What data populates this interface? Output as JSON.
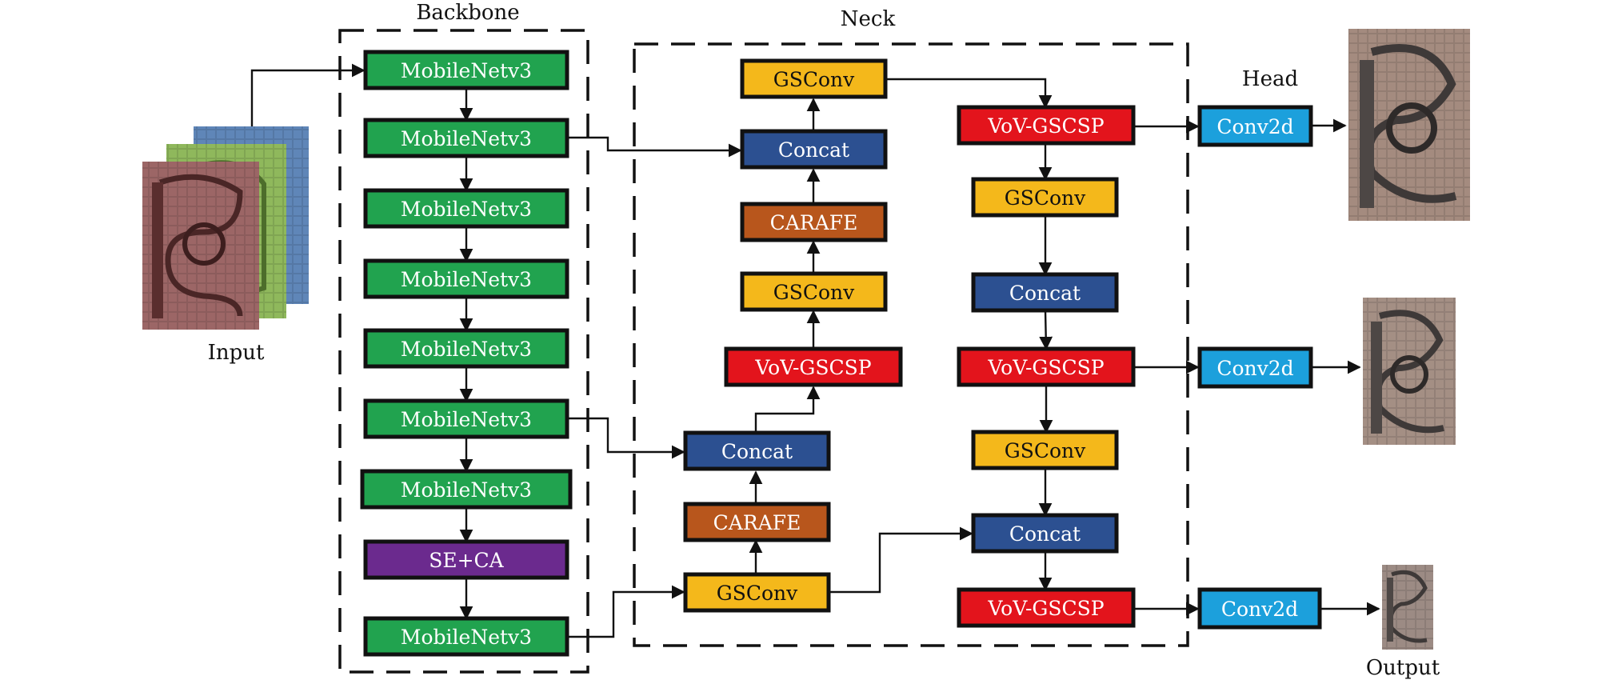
{
  "sections": {
    "backbone": "Backbone",
    "neck": "Neck",
    "head": "Head",
    "input": "Input",
    "output": "Output"
  },
  "colors": {
    "mobilenet": "#21a34f",
    "se_ca": "#6b2a8e",
    "gsconv": "#f4b81b",
    "concat": "#2c5091",
    "carafe": "#b8561c",
    "vov": "#e3141c",
    "conv2d": "#1ca0dc"
  },
  "backbone": {
    "blocks": [
      {
        "label": "MobileNetv3",
        "type": "mobilenet"
      },
      {
        "label": "MobileNetv3",
        "type": "mobilenet"
      },
      {
        "label": "MobileNetv3",
        "type": "mobilenet"
      },
      {
        "label": "MobileNetv3",
        "type": "mobilenet"
      },
      {
        "label": "MobileNetv3",
        "type": "mobilenet"
      },
      {
        "label": "MobileNetv3",
        "type": "mobilenet"
      },
      {
        "label": "MobileNetv3",
        "type": "mobilenet"
      },
      {
        "label": "SE+CA",
        "type": "se_ca"
      },
      {
        "label": "MobileNetv3",
        "type": "mobilenet"
      }
    ]
  },
  "neck": {
    "left_blocks": [
      {
        "label": "GSConv",
        "type": "gsconv"
      },
      {
        "label": "Concat",
        "type": "concat"
      },
      {
        "label": "CARAFE",
        "type": "carafe"
      },
      {
        "label": "GSConv",
        "type": "gsconv"
      },
      {
        "label": "VoV-GSCSP",
        "type": "vov"
      },
      {
        "label": "Concat",
        "type": "concat"
      },
      {
        "label": "CARAFE",
        "type": "carafe"
      },
      {
        "label": "GSConv",
        "type": "gsconv"
      }
    ],
    "right_blocks": [
      {
        "label": "VoV-GSCSP",
        "type": "vov"
      },
      {
        "label": "GSConv",
        "type": "gsconv"
      },
      {
        "label": "Concat",
        "type": "concat"
      },
      {
        "label": "VoV-GSCSP",
        "type": "vov"
      },
      {
        "label": "GSConv",
        "type": "gsconv"
      },
      {
        "label": "Concat",
        "type": "concat"
      },
      {
        "label": "VoV-GSCSP",
        "type": "vov"
      }
    ]
  },
  "head": {
    "blocks": [
      {
        "label": "Conv2d",
        "type": "conv2d"
      },
      {
        "label": "Conv2d",
        "type": "conv2d"
      },
      {
        "label": "Conv2d",
        "type": "conv2d"
      }
    ]
  },
  "images": {
    "input_layers": [
      "blue-channel",
      "green-channel",
      "red-channel"
    ],
    "output_crops": [
      "large-scale-output",
      "medium-scale-output",
      "small-scale-output"
    ]
  }
}
